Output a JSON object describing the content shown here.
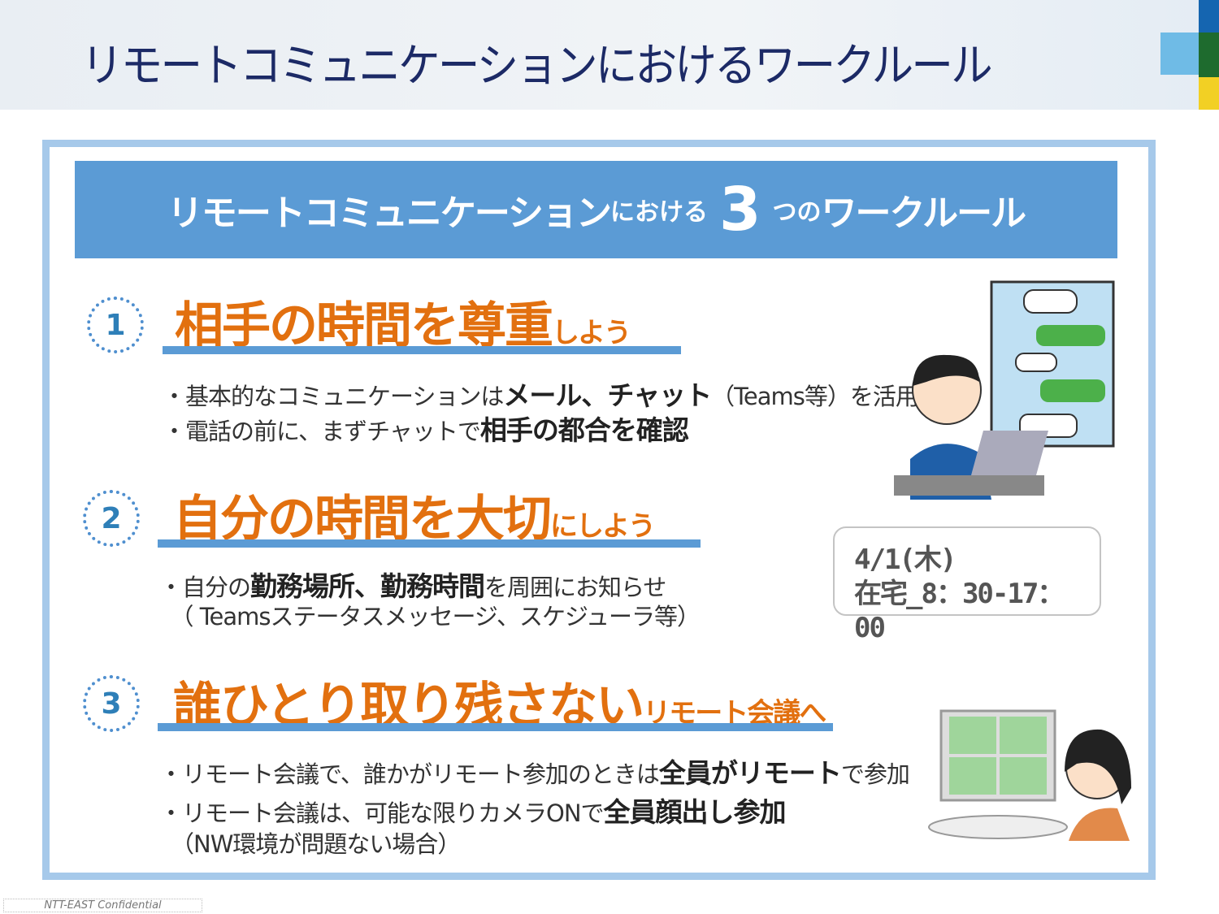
{
  "page_title": "リモートコミュニケーションにおけるワークルール",
  "banner": {
    "part1": "リモートコミュニケーション",
    "part2": "における",
    "number": "3",
    "part3": "つの",
    "part4": "ワークルール"
  },
  "rules": [
    {
      "number": "1",
      "heading": "相手の時間を尊重",
      "heading_suffix": "しよう",
      "lines": [
        [
          {
            "t": "・基本的なコミュニケーションは"
          },
          {
            "t": "メール、チャット",
            "b": true
          },
          {
            "t": "（Teams等）を活用"
          }
        ],
        [
          {
            "t": "・電話の前に、まずチャットで"
          },
          {
            "t": "相手の都合を確認",
            "b": true
          }
        ]
      ]
    },
    {
      "number": "2",
      "heading": "自分の時間を大切",
      "heading_suffix": "にしよう",
      "lines": [
        [
          {
            "t": "・自分の"
          },
          {
            "t": "勤務場所、勤務時間",
            "b": true
          },
          {
            "t": "を周囲にお知らせ"
          }
        ],
        [
          {
            "t": "　（ Teamsステータスメッセージ、スケジューラ等）"
          }
        ]
      ]
    },
    {
      "number": "3",
      "heading": "誰ひとり取り残さない",
      "heading_suffix": "リモート会議へ",
      "lines": [
        [
          {
            "t": "・リモート会議で、誰かがリモート参加のときは"
          },
          {
            "t": "全員がリモート",
            "b": true
          },
          {
            "t": "で参加"
          }
        ],
        [
          {
            "t": "・リモート会議は、可能な限りカメラONで"
          },
          {
            "t": "全員顔出し参加",
            "b": true
          }
        ],
        [
          {
            "t": "（NW環境が問題ない場合）"
          }
        ]
      ]
    }
  ],
  "status_example": {
    "date": "4/1(木)",
    "status": "在宅_8：30-17：00"
  },
  "footer": "NTT-EAST Confidential",
  "colors": {
    "title": "#1c2a66",
    "banner": "#5b9bd5",
    "heading": "#e2700f",
    "frame": "#a6c9ea"
  }
}
